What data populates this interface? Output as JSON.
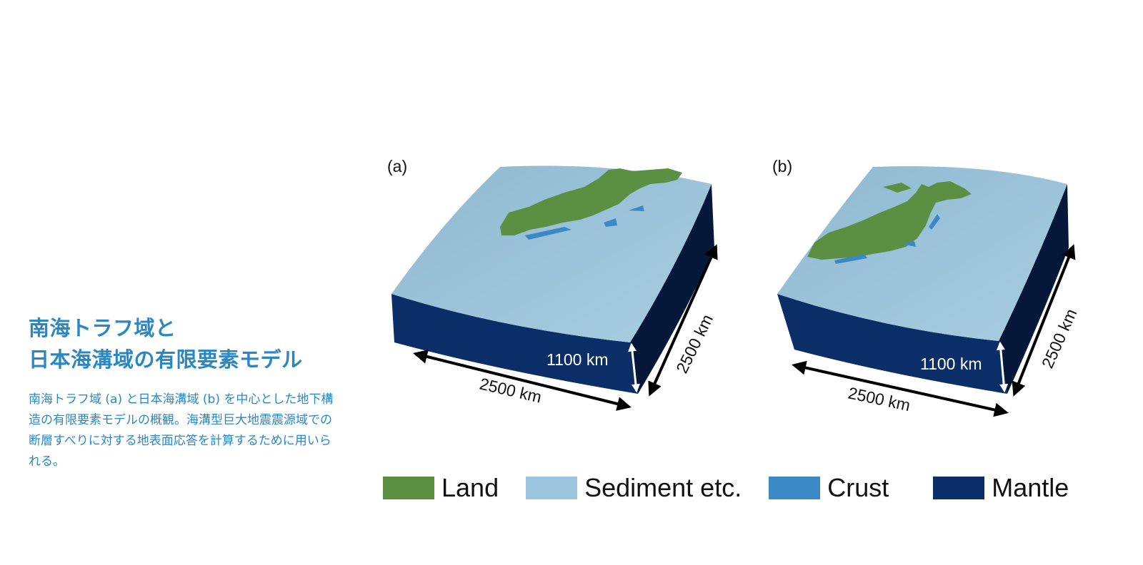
{
  "caption": {
    "title_line1": "南海トラフ域と",
    "title_line2": "日本海溝域の有限要素モデル",
    "description": "南海トラフ域 (a) と日本海溝域 (b) を中心とした地下構造の有限要素モデルの概観。海溝型巨大地震震源域での断層すべりに対する地表面応答を計算するために用いられる。"
  },
  "panels": [
    {
      "label": "(a)",
      "depth_label": "1100 km",
      "width_label": "2500 km",
      "length_label": "2500 km",
      "icon": "japan-nankai-model-block"
    },
    {
      "label": "(b)",
      "depth_label": "1100 km",
      "width_label": "2500 km",
      "length_label": "2500 km",
      "icon": "japan-trench-model-block"
    }
  ],
  "legend": [
    {
      "label": "Land",
      "color": "#5b8f42"
    },
    {
      "label": "Sediment etc.",
      "color": "#9cc6e0"
    },
    {
      "label": "Crust",
      "color": "#3a88c5"
    },
    {
      "label": "Mantle",
      "color": "#0b2e68"
    }
  ]
}
